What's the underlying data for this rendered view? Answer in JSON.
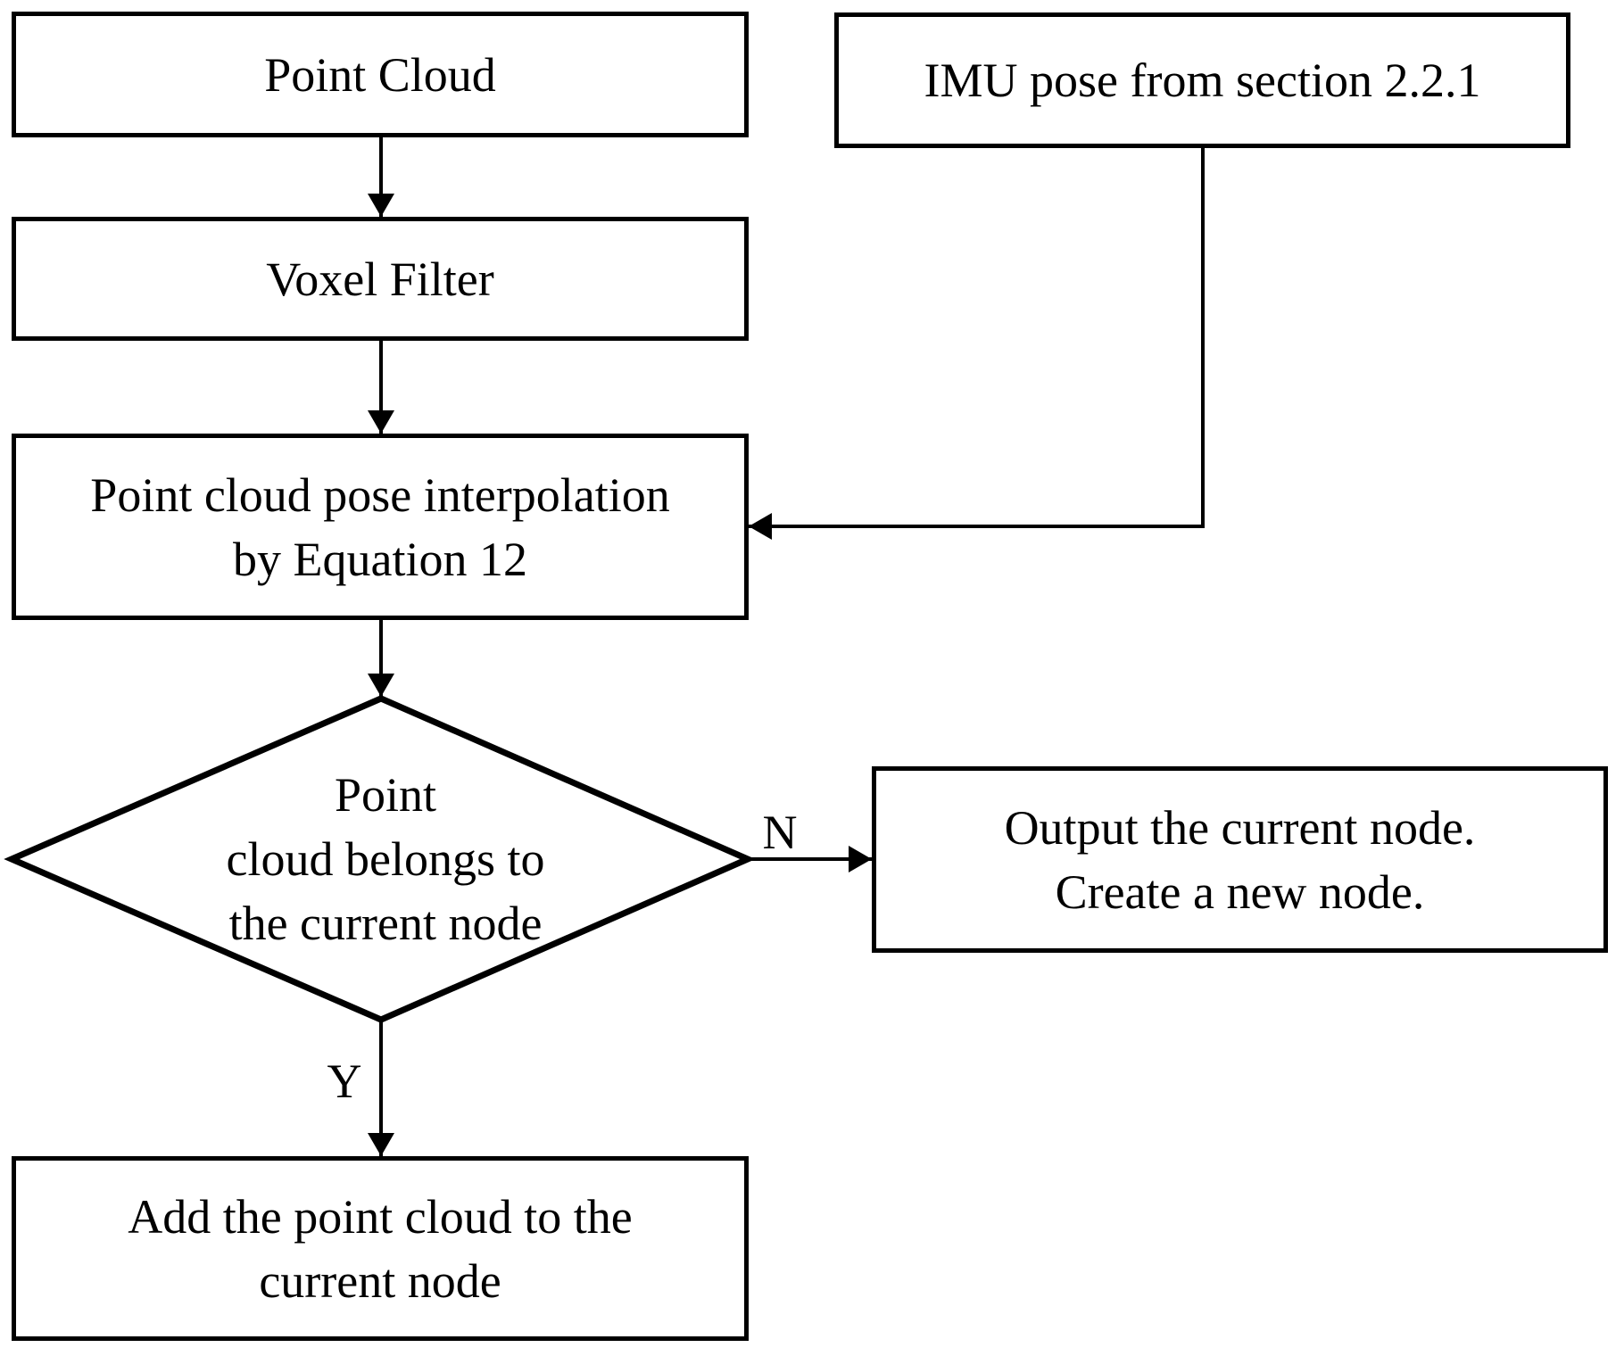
{
  "nodes": {
    "point_cloud": {
      "label": "Point Cloud"
    },
    "imu_pose": {
      "label": "IMU pose from section 2.2.1"
    },
    "voxel_filter": {
      "label": "Voxel Filter"
    },
    "interpolation": {
      "lines": [
        "Point cloud pose interpolation",
        "by Equation 12"
      ]
    },
    "decision": {
      "lines": [
        "Point",
        "cloud belongs to",
        "the current node"
      ]
    },
    "output_node": {
      "lines": [
        "Output the current node.",
        "Create a new node."
      ]
    },
    "add_node": {
      "lines": [
        "Add the point cloud to the",
        "current node"
      ]
    }
  },
  "edge_labels": {
    "no": "N",
    "yes": "Y"
  },
  "colors": {
    "stroke": "#000000",
    "background": "#ffffff"
  }
}
